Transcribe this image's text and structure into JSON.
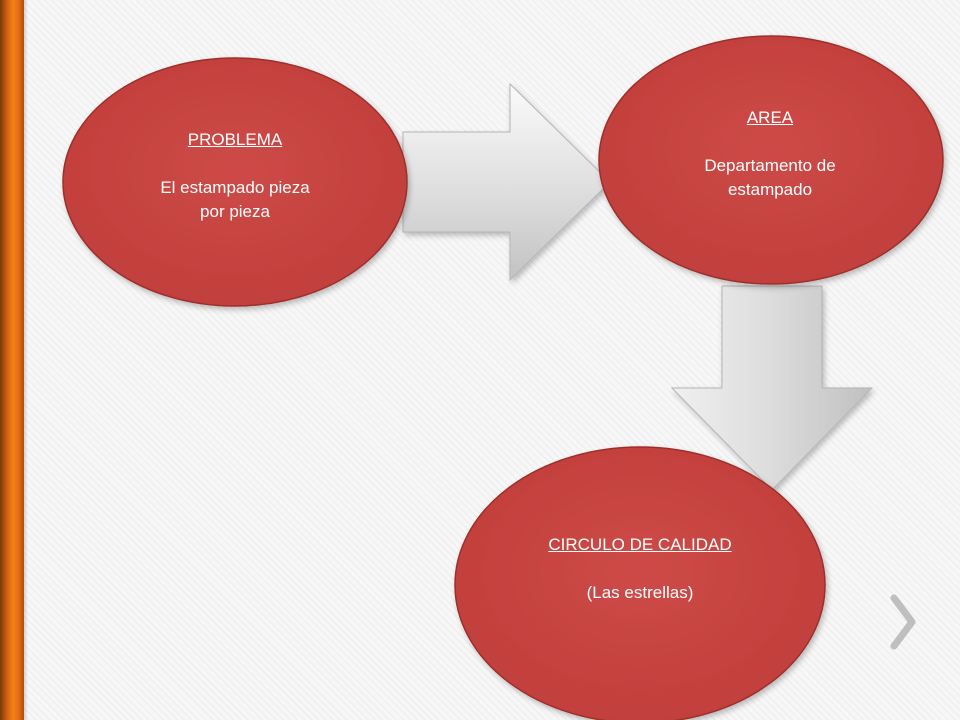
{
  "nodes": {
    "problema": {
      "title": "PROBLEMA",
      "line1": "El estampado pieza",
      "line2": "por pieza"
    },
    "area": {
      "title": "AREA",
      "line1": "Departamento de",
      "line2": "estampado"
    },
    "circulo": {
      "title": "CIRCULO DE CALIDAD",
      "line1": "(Las estrellas)"
    }
  },
  "colors": {
    "node_fill": "#c94441",
    "node_stroke": "#9e2f2c",
    "arrow_fill_light": "#f4f4f4",
    "arrow_fill_dark": "#c6c6c6",
    "accent_bar": "#f4801a"
  },
  "icons": {
    "next": "chevron-right-icon"
  }
}
